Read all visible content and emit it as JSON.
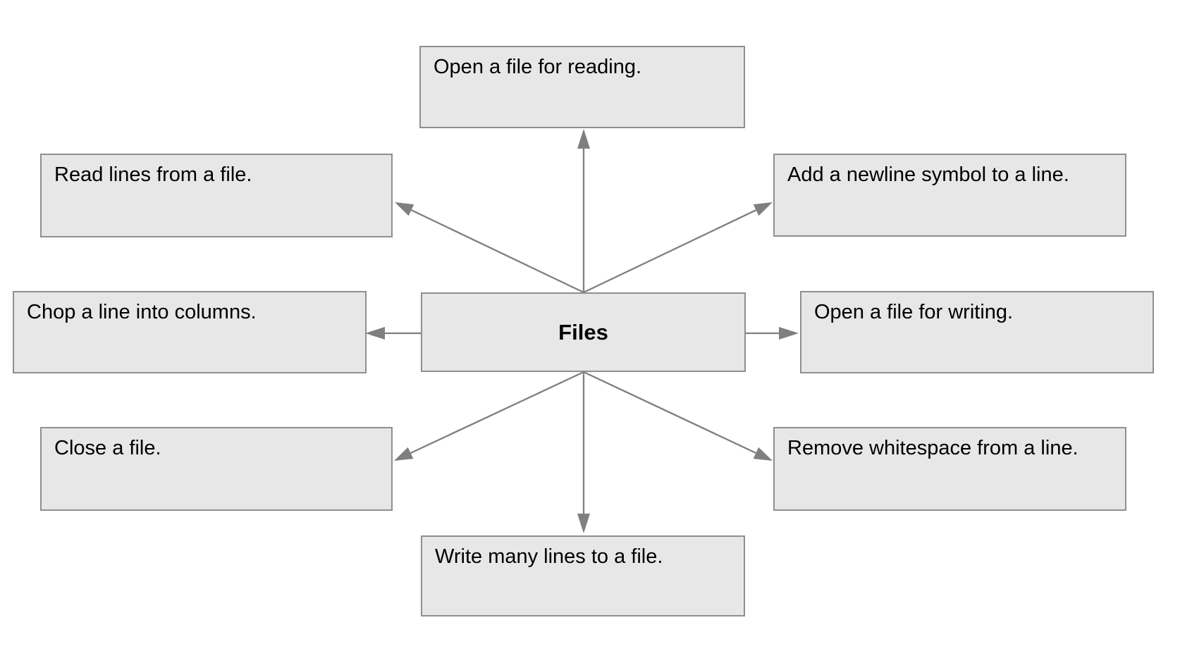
{
  "diagram": {
    "type": "radial-concept-map",
    "topic": "Files",
    "colors": {
      "background": "#ffffff",
      "box_fill": "#e7e7e7",
      "box_border": "#8f8f8f",
      "arrow": "#7f7f7f",
      "text": "#000000"
    },
    "nodes": {
      "center": {
        "label": "Files"
      },
      "top": {
        "label": "Open a file for reading."
      },
      "top_left": {
        "label": "Read lines from a file."
      },
      "top_right": {
        "label": "Add a newline symbol to a line."
      },
      "left": {
        "label": "Chop a line into columns."
      },
      "right": {
        "label": "Open a file for writing."
      },
      "bottom_left": {
        "label": "Close a file."
      },
      "bottom_right": {
        "label": "Remove whitespace from a line."
      },
      "bottom": {
        "label": "Write many lines to a file."
      }
    },
    "connections": [
      {
        "from": "center",
        "to": "top"
      },
      {
        "from": "center",
        "to": "top_left"
      },
      {
        "from": "center",
        "to": "top_right"
      },
      {
        "from": "center",
        "to": "left"
      },
      {
        "from": "center",
        "to": "right"
      },
      {
        "from": "center",
        "to": "bottom_left"
      },
      {
        "from": "center",
        "to": "bottom_right"
      },
      {
        "from": "center",
        "to": "bottom"
      }
    ]
  }
}
